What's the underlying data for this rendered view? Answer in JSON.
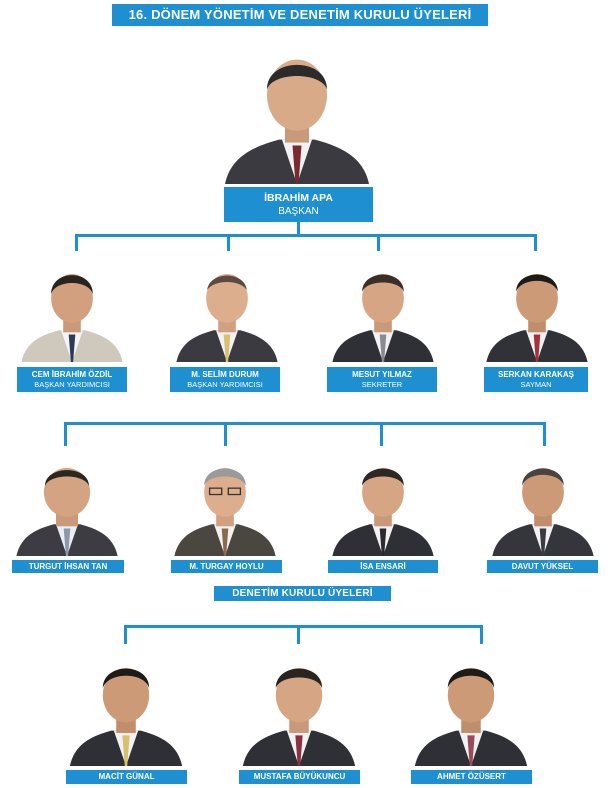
{
  "header": {
    "title": "16. DÖNEM YÖNETİM VE DENETİM KURULU ÜYELERİ"
  },
  "president": {
    "name": "İBRAHİM APA",
    "role": "BAŞKAN"
  },
  "board": [
    {
      "name": "CEM İBRAHİM ÖZDİL",
      "role": "BAŞKAN YARDIMCISI"
    },
    {
      "name": "M. SELİM DURUM",
      "role": "BAŞKAN YARDIMCISI"
    },
    {
      "name": "MESUT YILMAZ",
      "role": "SEKRETER"
    },
    {
      "name": "SERKAN KARAKAŞ",
      "role": "SAYMAN"
    }
  ],
  "members": [
    {
      "name": "TURGUT İHSAN TAN"
    },
    {
      "name": "M. TURGAY HOYLU"
    },
    {
      "name": "İSA ENSARİ"
    },
    {
      "name": "DAVUT YÜKSEL"
    }
  ],
  "audit_title": "DENETİM KURULU ÜYELERİ",
  "auditors": [
    {
      "name": "MACİT GÜNAL"
    },
    {
      "name": "MUSTAFA BÜYÜKUNCU"
    },
    {
      "name": "AHMET ÖZÜSERT"
    }
  ],
  "colors": {
    "accent": "#1e8fd0",
    "background": "#ffffff"
  }
}
